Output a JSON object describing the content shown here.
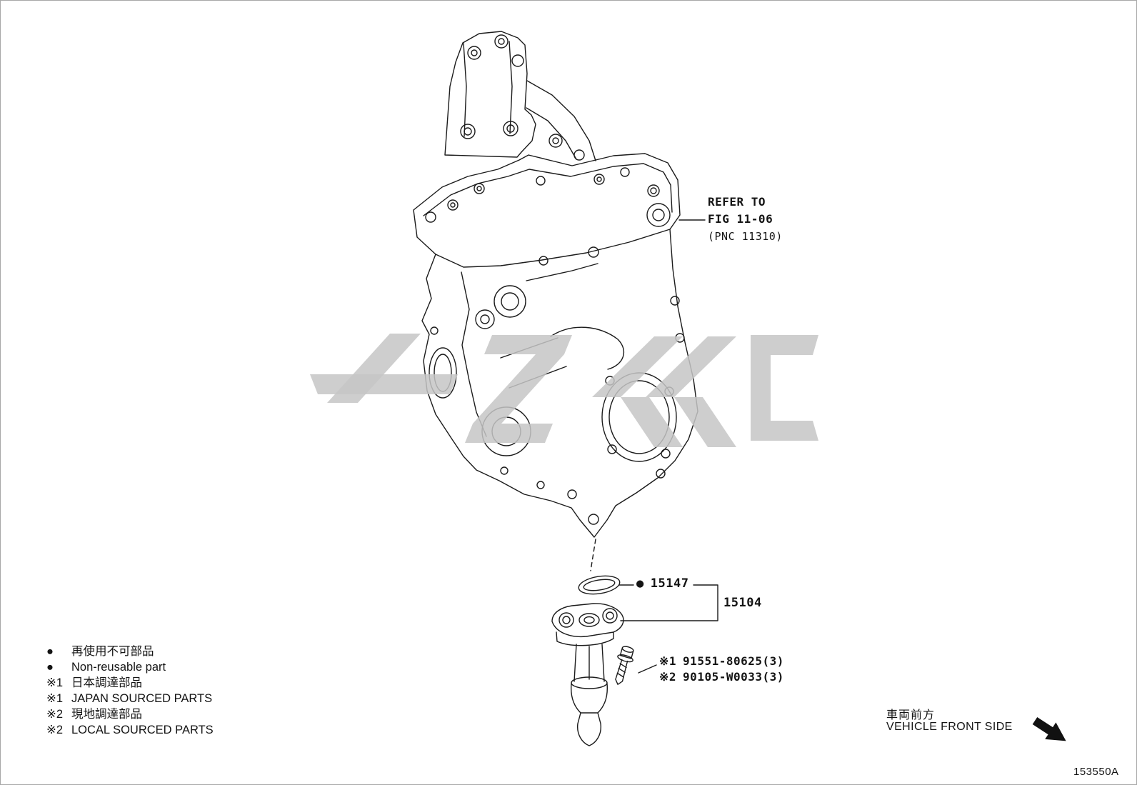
{
  "page": {
    "background_color": "#ffffff",
    "line_color": "#1b1b1b",
    "watermark_color": "#c6c6c6",
    "doc_code": "153550A"
  },
  "callouts": {
    "refer_to": {
      "line1": "REFER TO",
      "line2": "FIG 11-06",
      "line3": "(PNC 11310)"
    },
    "gasket": {
      "symbol": "●",
      "number": "15147"
    },
    "assembly": {
      "number": "15104"
    },
    "bolt_option_1": {
      "qualifier": "※1",
      "number": "91551-80625(3)"
    },
    "bolt_option_2": {
      "qualifier": "※2",
      "number": "90105-W0033(3)"
    }
  },
  "legend": {
    "rows": [
      {
        "symbol": "●",
        "text": "再使用不可部品"
      },
      {
        "symbol": "●",
        "text": "Non-reusable part"
      },
      {
        "symbol": "※1",
        "text": "日本調達部品"
      },
      {
        "symbol": "※1",
        "text": "JAPAN SOURCED PARTS"
      },
      {
        "symbol": "※2",
        "text": "現地調達部品"
      },
      {
        "symbol": "※2",
        "text": "LOCAL SOURCED PARTS"
      }
    ]
  },
  "orientation": {
    "jp": "車両前方",
    "en": "VEHICLE FRONT SIDE"
  },
  "icons": {
    "front_arrow": "arrow-southeast",
    "non_reusable_marker": "filled-circle"
  }
}
